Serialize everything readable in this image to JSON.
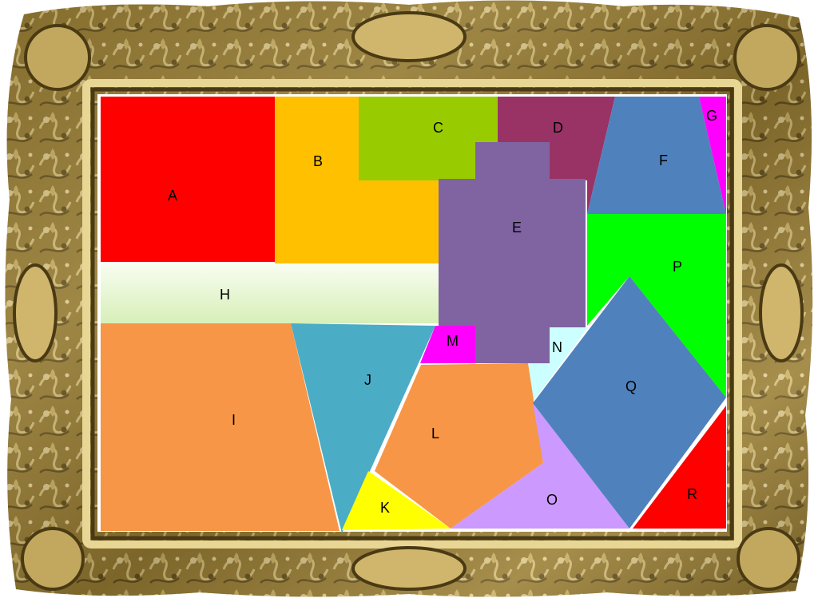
{
  "frame": {
    "style": "ornate gilded baroque picture frame",
    "colors": {
      "gold_dark": "#4a3a14",
      "gold_mid": "#8a7230",
      "gold_light": "#d6c07a",
      "highlight": "#f2e6b8"
    }
  },
  "canvas": {
    "background": "#ffffff"
  },
  "pieces": [
    {
      "label": "A",
      "color": "#ff0000"
    },
    {
      "label": "B",
      "color": "#ffc000"
    },
    {
      "label": "C",
      "color": "#99cc00"
    },
    {
      "label": "D",
      "color": "#993366"
    },
    {
      "label": "E",
      "color": "#8064a2"
    },
    {
      "label": "F",
      "color": "#4f81bd"
    },
    {
      "label": "G",
      "color": "#ff00ff"
    },
    {
      "label": "H",
      "color": "#ebf7d9"
    },
    {
      "label": "I",
      "color": "#f79646"
    },
    {
      "label": "J",
      "color": "#4bacc6"
    },
    {
      "label": "K",
      "color": "#ffff00"
    },
    {
      "label": "L",
      "color": "#f79646"
    },
    {
      "label": "M",
      "color": "#ff00ff"
    },
    {
      "label": "N",
      "color": "#ccffff"
    },
    {
      "label": "O",
      "color": "#cc99ff"
    },
    {
      "label": "P",
      "color": "#00ff00"
    },
    {
      "label": "Q",
      "color": "#4f81bd"
    },
    {
      "label": "R",
      "color": "#ff0000"
    }
  ]
}
